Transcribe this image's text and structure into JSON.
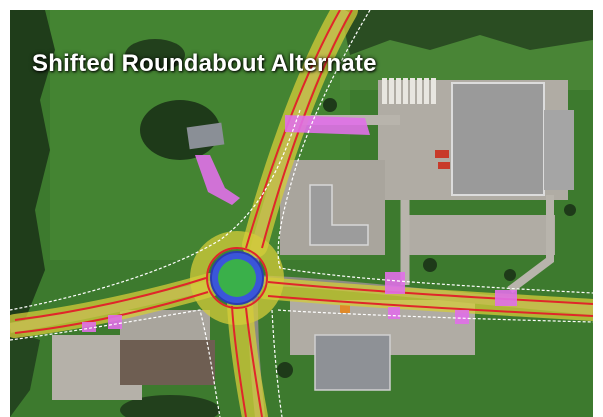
{
  "map": {
    "title": "Shifted Roundabout Alternate",
    "colors": {
      "grass": "#3d7a2e",
      "dark_vegetation": "#1f3d1a",
      "road_surface": "#8c8c82",
      "design_overlay": "#d4cc3a",
      "lane_lines": "#e0262a",
      "central_island": "#3ab04a",
      "roundabout_ring": "#3a56d9",
      "crosswalk": "#e070e8",
      "right_of_way_line": "#ffffff",
      "building_roof": "#9a9a9a",
      "parking_lot": "#b0aca4"
    },
    "features": [
      "roundabout",
      "pedestrian-crosswalks",
      "right-of-way-line",
      "industrial-building",
      "parking-lots",
      "residential-building",
      "trees"
    ]
  }
}
